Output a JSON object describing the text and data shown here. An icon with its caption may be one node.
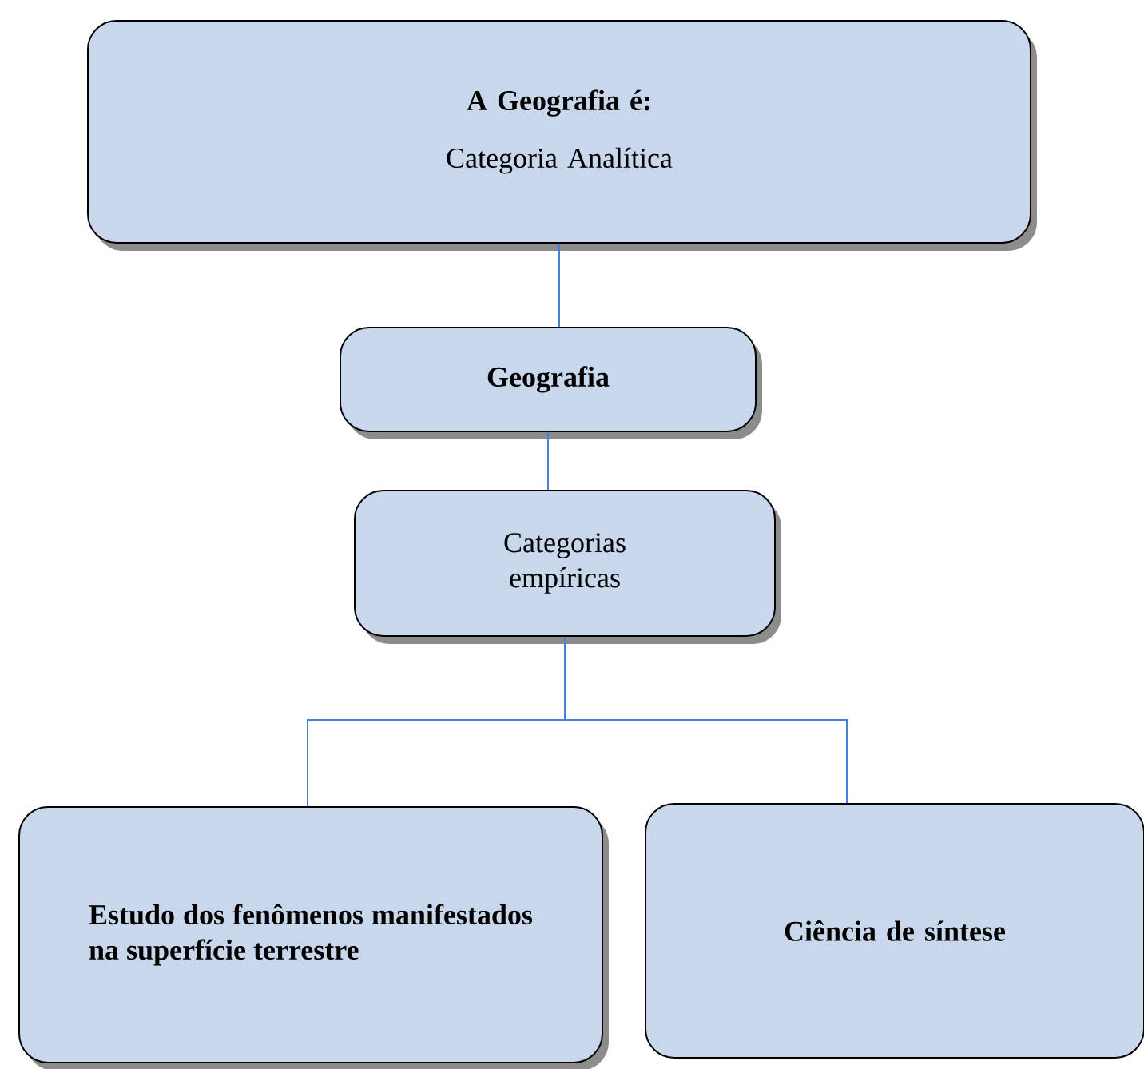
{
  "diagram": {
    "nodes": [
      {
        "text": [
          "A Geografia é:",
          "Categoria Analítica"
        ]
      },
      {
        "text": [
          "Geografia"
        ]
      },
      {
        "text": [
          "Categorias empíricas"
        ]
      },
      {
        "text": [
          "Estudo dos fenômenos manifestados na superfície terrestre"
        ]
      },
      {
        "text": [
          "Ciência de síntese"
        ]
      }
    ],
    "edges": [
      {
        "from": 0,
        "to": 1,
        "arrow": "none"
      },
      {
        "from": 1,
        "to": 2,
        "arrow": "none"
      },
      {
        "from": 2,
        "to": 3,
        "arrow": "none"
      },
      {
        "from": 2,
        "to": 4,
        "arrow": "none"
      }
    ]
  }
}
